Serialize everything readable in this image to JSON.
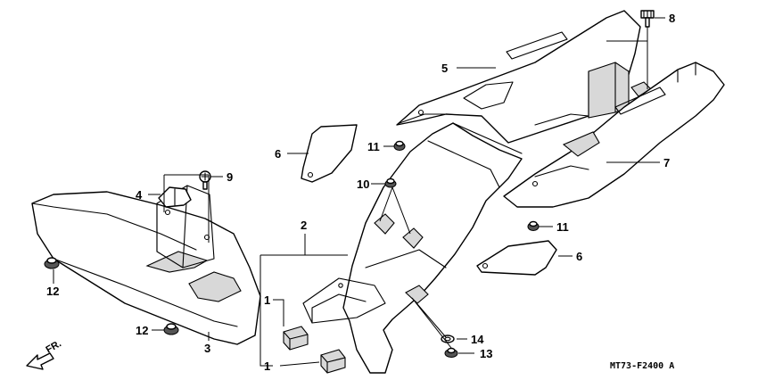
{
  "callouts": {
    "c1a": "1",
    "c1b": "1",
    "c2": "2",
    "c3": "3",
    "c4": "4",
    "c5": "5",
    "c6a": "6",
    "c6b": "6",
    "c7": "7",
    "c8": "8",
    "c9": "9",
    "c10": "10",
    "c11a": "11",
    "c11b": "11",
    "c12a": "12",
    "c12b": "12",
    "c13": "13",
    "c14": "14"
  },
  "front_indicator": "FR.",
  "reference_code": "MT73-F2400 A"
}
